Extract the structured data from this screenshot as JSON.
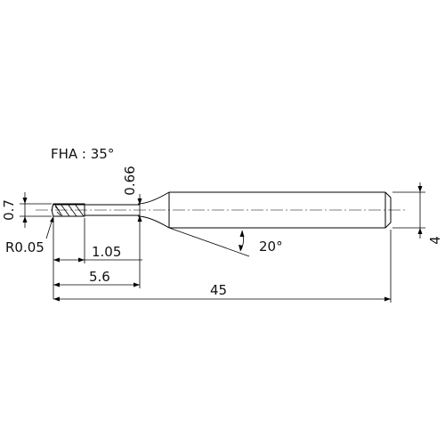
{
  "drawing": {
    "fha_label": "FHA : 35°",
    "dim_neck_diameter": "0.66",
    "dim_tip_diameter": "0.7",
    "dim_corner_radius": "R0.05",
    "dim_flute_length": "1.05",
    "dim_neck_length": "5.6",
    "dim_overall_length": "45",
    "dim_taper_angle": "20°",
    "dim_shank_diameter": "4"
  }
}
